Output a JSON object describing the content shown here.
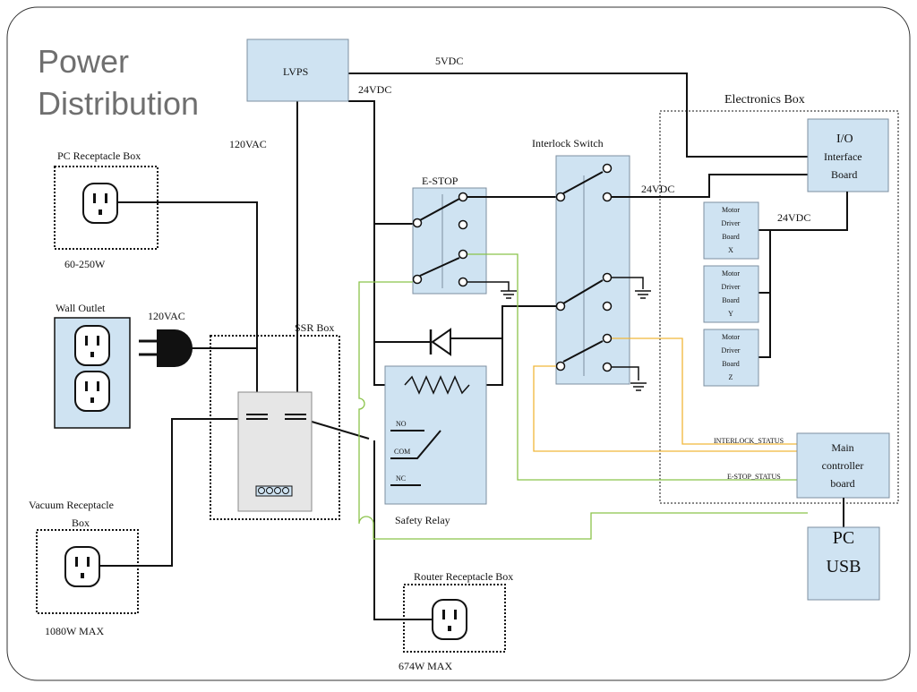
{
  "title": {
    "line1": "Power",
    "line2": "Distribution"
  },
  "components": {
    "lvps": "LVPS",
    "estop": "E-STOP",
    "interlock": "Interlock Switch",
    "electronics_box": "Electronics Box",
    "io_board": [
      "I/O",
      "Interface",
      "Board"
    ],
    "motor_x": [
      "Motor",
      "Driver",
      "Board",
      "X"
    ],
    "motor_y": [
      "Motor",
      "Driver",
      "Board",
      "Y"
    ],
    "motor_z": [
      "Motor",
      "Driver",
      "Board",
      "Z"
    ],
    "main_controller": [
      "Main",
      "controller",
      "board"
    ],
    "pc_usb": [
      "PC",
      "USB"
    ],
    "pc_receptacle": "PC Receptacle Box",
    "pc_power": "60-250W",
    "wall_outlet": "Wall Outlet",
    "ssr_box": "SSR Box",
    "vacuum_receptacle": [
      "Vacuum Receptacle",
      "Box"
    ],
    "vacuum_power": "1080W MAX",
    "safety_relay": "Safety Relay",
    "router_receptacle": "Router Receptacle Box",
    "router_power": "674W MAX"
  },
  "labels": {
    "v5": "5VDC",
    "v24_lvps": "24VDC",
    "v120_lvps": "120VAC",
    "v120_plug": "120VAC",
    "v24_interlock": "24VDC",
    "v24_motors": "24VDC",
    "relay_no": "NO",
    "relay_com": "COM",
    "relay_nc": "NC",
    "interlock_status": "INTERLOCK_STATUS",
    "estop_status": "E-STOP_STATUS"
  },
  "icons": [
    "receptacle-icon",
    "plug-icon",
    "diode-icon",
    "ground-icon",
    "coil-icon",
    "switch-icon"
  ],
  "colors": {
    "box_fill": "#cfe3f2",
    "wire_green": "#8bc34a",
    "wire_orange": "#f0b63a",
    "title_gray": "#6f6f6f"
  }
}
